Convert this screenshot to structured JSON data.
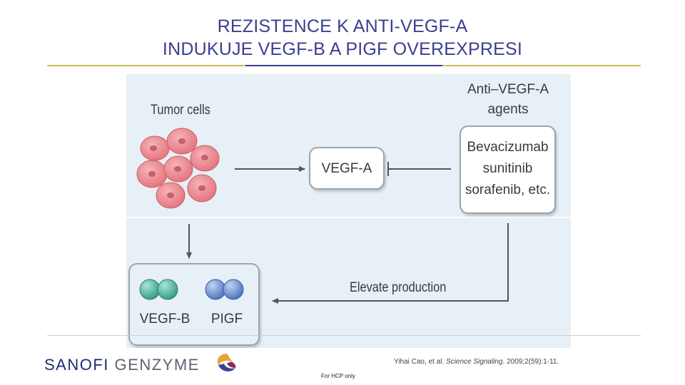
{
  "slide": {
    "title_line1": "REZISTENCE K ANTI-VEGF-A",
    "title_line2": "INDUKUJE VEGF-B A PIGF OVEREXPRESI",
    "colors": {
      "title": "#3b3f8f",
      "rule_olive": "#c9c15a",
      "rule_navy": "#3b3f8f",
      "panel_bg": "#e7f0f6"
    }
  },
  "diagram": {
    "tumor_label": "Tumor cells",
    "vegf_a": "VEGF-A",
    "agents_heading_line1": "Anti–VEGF-A",
    "agents_heading_line2": "agents",
    "agents": [
      "Bevacizumab",
      "sunitinib",
      "sorafenib, etc."
    ],
    "elevate_label": "Elevate production",
    "vegf_b": "VEGF-B",
    "pigf": "PIGF",
    "colors": {
      "tumor_cell": "#e98289",
      "nucleus": "#c4606f",
      "vegf_b_ball": "#4fb8a0",
      "pigf_ball": "#6a8fd0"
    }
  },
  "footer": {
    "logo_sanofi": "SANOFI",
    "logo_genzyme": "GENZYME",
    "citation_authors": "Yihai Cao, et al. ",
    "citation_journal": "Science Signaling",
    "citation_rest": ". 2009;2(59):1-11.",
    "hcp_note": "For HCP only"
  }
}
